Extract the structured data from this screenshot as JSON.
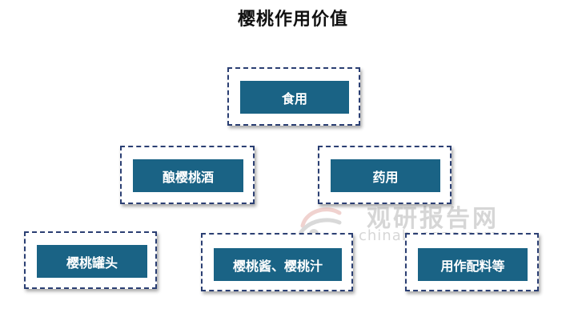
{
  "title": "樱桃作用价值",
  "nodes": {
    "food": "食用",
    "wine": "酿樱桃酒",
    "medicine": "药用",
    "canned": "樱桃罐头",
    "jam_juice": "樱桃酱、樱桃汁",
    "ingredient": "用作配料等"
  },
  "watermark": {
    "brand_cn": "观研报告网",
    "brand_en": "chinabaogao.com"
  },
  "colors": {
    "box_fill": "#1a6385",
    "border": "#2b3f73",
    "text": "#ffffff"
  }
}
